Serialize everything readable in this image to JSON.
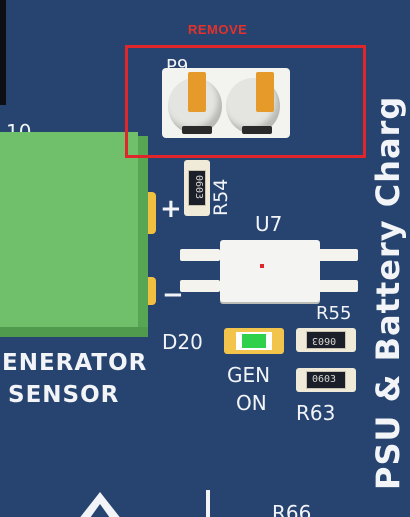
{
  "annotation": {
    "text": "REMOVE",
    "color": "#e3322c"
  },
  "board": {
    "color": "#26446f",
    "silkscreen_color": "#f2f4f8",
    "labels": {
      "p9": "P9",
      "r54": "R54",
      "u7": "U7",
      "r55": "R55",
      "d20": "D20",
      "gen": "GEN",
      "on": "ON",
      "r63": "R63",
      "generator": "ENERATOR",
      "sensor": "SENSOR",
      "side_title": "PSU & Battery Charg",
      "r66": "R66",
      "partial_left": "10",
      "plus": "+",
      "minus": "−"
    },
    "resistor_codes": {
      "r54": "0603",
      "r55": "0603",
      "r63": "0603"
    },
    "led_color": "#2fd04a",
    "terminal_block_color": "#6fbf6b"
  }
}
